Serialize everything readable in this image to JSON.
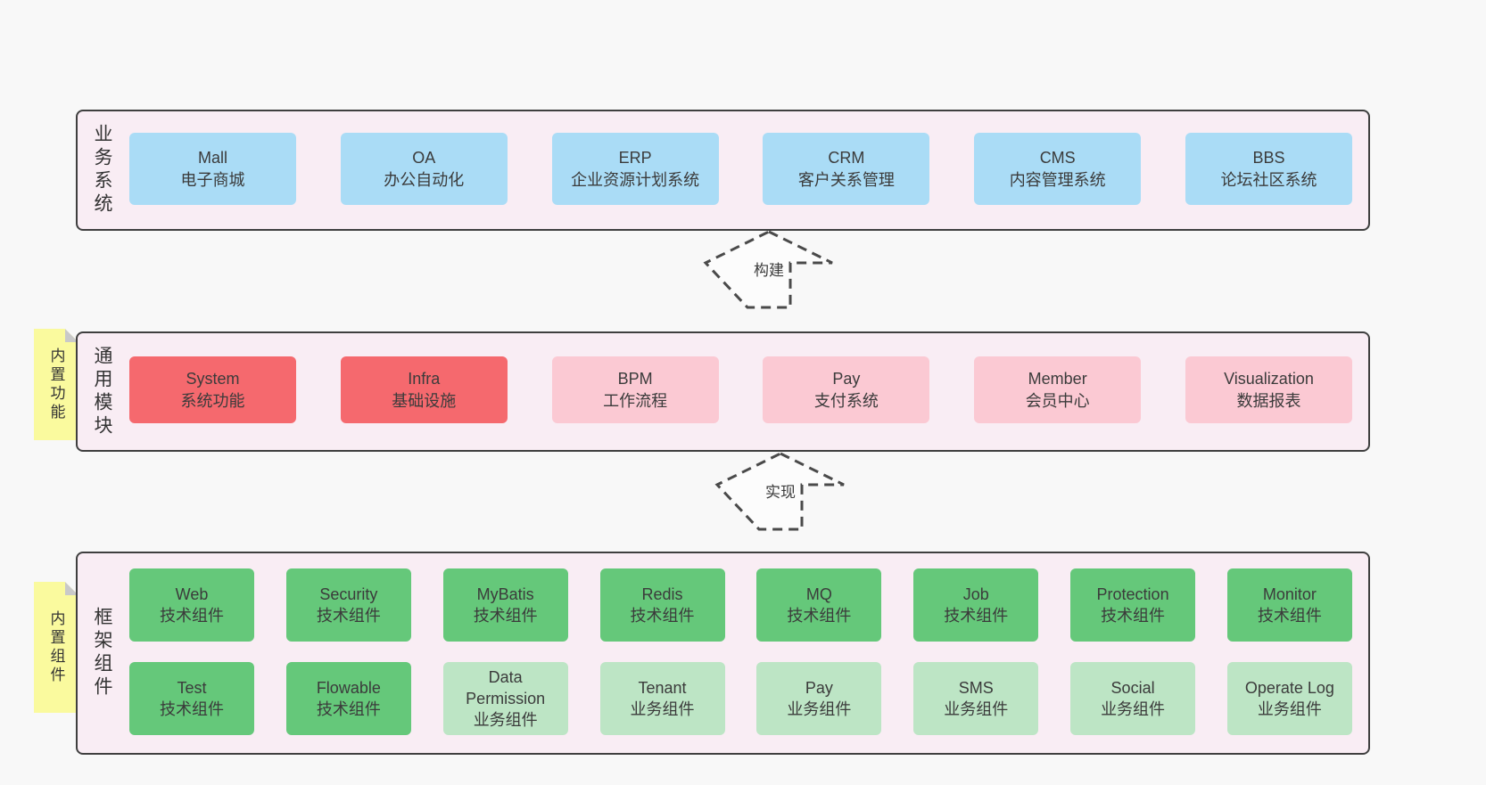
{
  "page": {
    "background": "#f8f8f8",
    "panel_bg": "#f9edf4",
    "panel_border": "#3f3f3f",
    "tab_bg": "#fafa9e",
    "colors": {
      "blue": "#aadcf6",
      "red": "#f5696e",
      "pink": "#fbc9d3",
      "green": "#65c87a",
      "lightgreen": "#bde5c5"
    }
  },
  "sections": {
    "business": {
      "label": "业务系统",
      "boxes": [
        {
          "en": "Mall",
          "zh": "电子商城",
          "variant": "blue"
        },
        {
          "en": "OA",
          "zh": "办公自动化",
          "variant": "blue"
        },
        {
          "en": "ERP",
          "zh": "企业资源计划系统",
          "variant": "blue"
        },
        {
          "en": "CRM",
          "zh": "客户关系管理",
          "variant": "blue"
        },
        {
          "en": "CMS",
          "zh": "内容管理系统",
          "variant": "blue"
        },
        {
          "en": "BBS",
          "zh": "论坛社区系统",
          "variant": "blue"
        }
      ]
    },
    "modules": {
      "tab": "内置功能",
      "label": "通用模块",
      "boxes": [
        {
          "en": "System",
          "zh": "系统功能",
          "variant": "red"
        },
        {
          "en": "Infra",
          "zh": "基础设施",
          "variant": "red"
        },
        {
          "en": "BPM",
          "zh": "工作流程",
          "variant": "pink"
        },
        {
          "en": "Pay",
          "zh": "支付系统",
          "variant": "pink"
        },
        {
          "en": "Member",
          "zh": "会员中心",
          "variant": "pink"
        },
        {
          "en": "Visualization",
          "zh": "数据报表",
          "variant": "pink"
        }
      ]
    },
    "components": {
      "tab": "内置组件",
      "label": "框架组件",
      "rows": [
        [
          {
            "en": "Web",
            "zh": "技术组件",
            "variant": "green"
          },
          {
            "en": "Security",
            "zh": "技术组件",
            "variant": "green"
          },
          {
            "en": "MyBatis",
            "zh": "技术组件",
            "variant": "green"
          },
          {
            "en": "Redis",
            "zh": "技术组件",
            "variant": "green"
          },
          {
            "en": "MQ",
            "zh": "技术组件",
            "variant": "green"
          },
          {
            "en": "Job",
            "zh": "技术组件",
            "variant": "green"
          },
          {
            "en": "Protection",
            "zh": "技术组件",
            "variant": "green"
          },
          {
            "en": "Monitor",
            "zh": "技术组件",
            "variant": "green"
          }
        ],
        [
          {
            "en": "Test",
            "zh": "技术组件",
            "variant": "green"
          },
          {
            "en": "Flowable",
            "zh": "技术组件",
            "variant": "green"
          },
          {
            "en": "Data Permission",
            "zh": "业务组件",
            "variant": "lightgreen"
          },
          {
            "en": "Tenant",
            "zh": "业务组件",
            "variant": "lightgreen"
          },
          {
            "en": "Pay",
            "zh": "业务组件",
            "variant": "lightgreen"
          },
          {
            "en": "SMS",
            "zh": "业务组件",
            "variant": "lightgreen"
          },
          {
            "en": "Social",
            "zh": "业务组件",
            "variant": "lightgreen"
          },
          {
            "en": "Operate Log",
            "zh": "业务组件",
            "variant": "lightgreen"
          }
        ]
      ]
    }
  },
  "arrows": [
    {
      "label": "构建"
    },
    {
      "label": "实现"
    }
  ]
}
